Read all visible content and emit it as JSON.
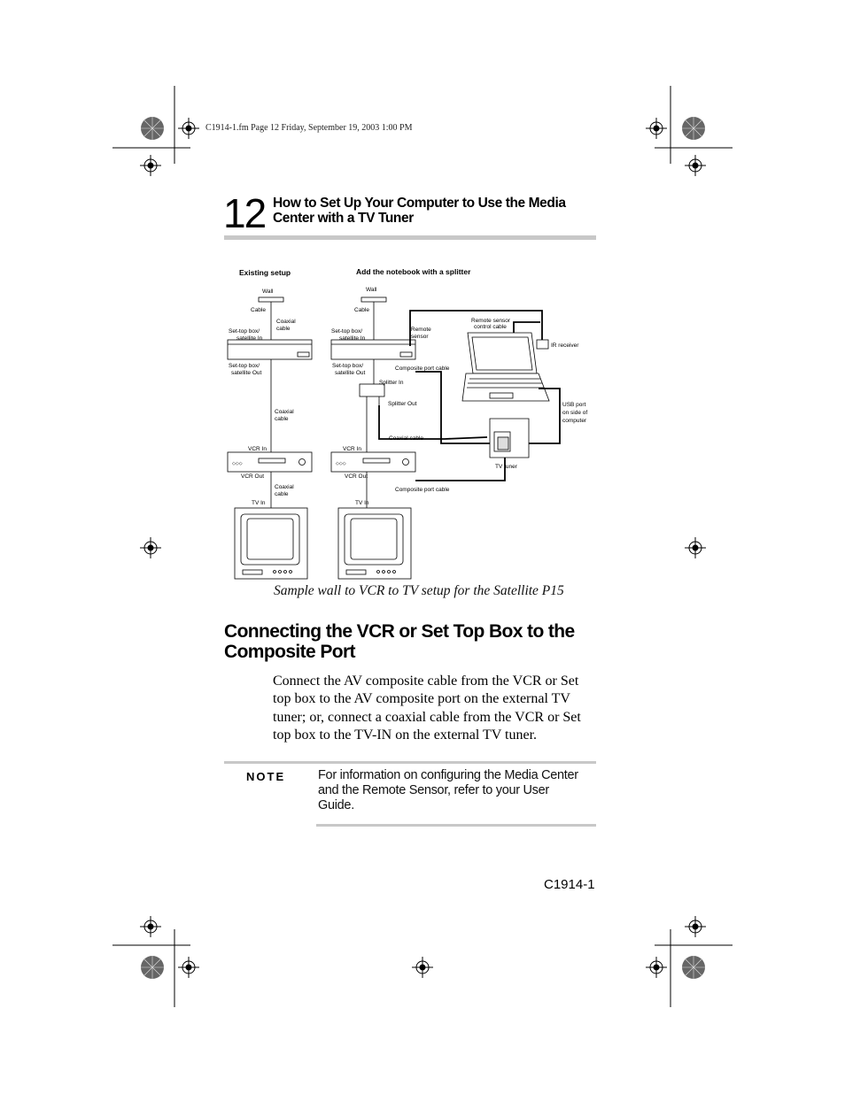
{
  "slug": "C1914-1.fm  Page 12  Friday, September 19, 2003  1:00 PM",
  "page_number": "12",
  "chapter_title": "How to Set Up Your Computer to Use the Media Center with a TV Tuner",
  "diagram": {
    "left_heading": "Existing setup",
    "right_heading": "Add the notebook with a splitter",
    "labels": {
      "wall": "Wall",
      "cable": "Cable",
      "coaxial_cable": "Coaxial cable",
      "settop_in": "Set-top box/ satellite In",
      "settop_out": "Set-top box/ satellite Out",
      "vcr_in": "VCR In",
      "vcr_out": "VCR Out",
      "tv_in": "TV In",
      "remote_sensor": "Remote sensor",
      "remote_sensor_cable": "Remote sensor control cable",
      "ir_receiver": "IR receiver",
      "composite_port_cable": "Composite port cable",
      "splitter_in": "Splitter In",
      "splitter_out": "Splitter Out",
      "coaxial_cable_inline": "Coaxial cable",
      "usb_port": "USB port on side of computer",
      "tv_tuner": "TV tuner"
    }
  },
  "caption": "Sample wall to VCR to TV setup for the Satellite P15",
  "section_title": "Connecting the VCR or Set Top Box to the Composite Port",
  "body_text": "Connect the AV composite cable from the VCR or Set top box to the AV composite port on the external TV tuner; or, connect a coaxial cable from the VCR or Set top box to the TV-IN on the external TV tuner.",
  "note": {
    "label": "NOTE",
    "text": "For information on configuring the Media Center and the Remote Sensor, refer to your User Guide."
  },
  "footer_code": "C1914-1"
}
